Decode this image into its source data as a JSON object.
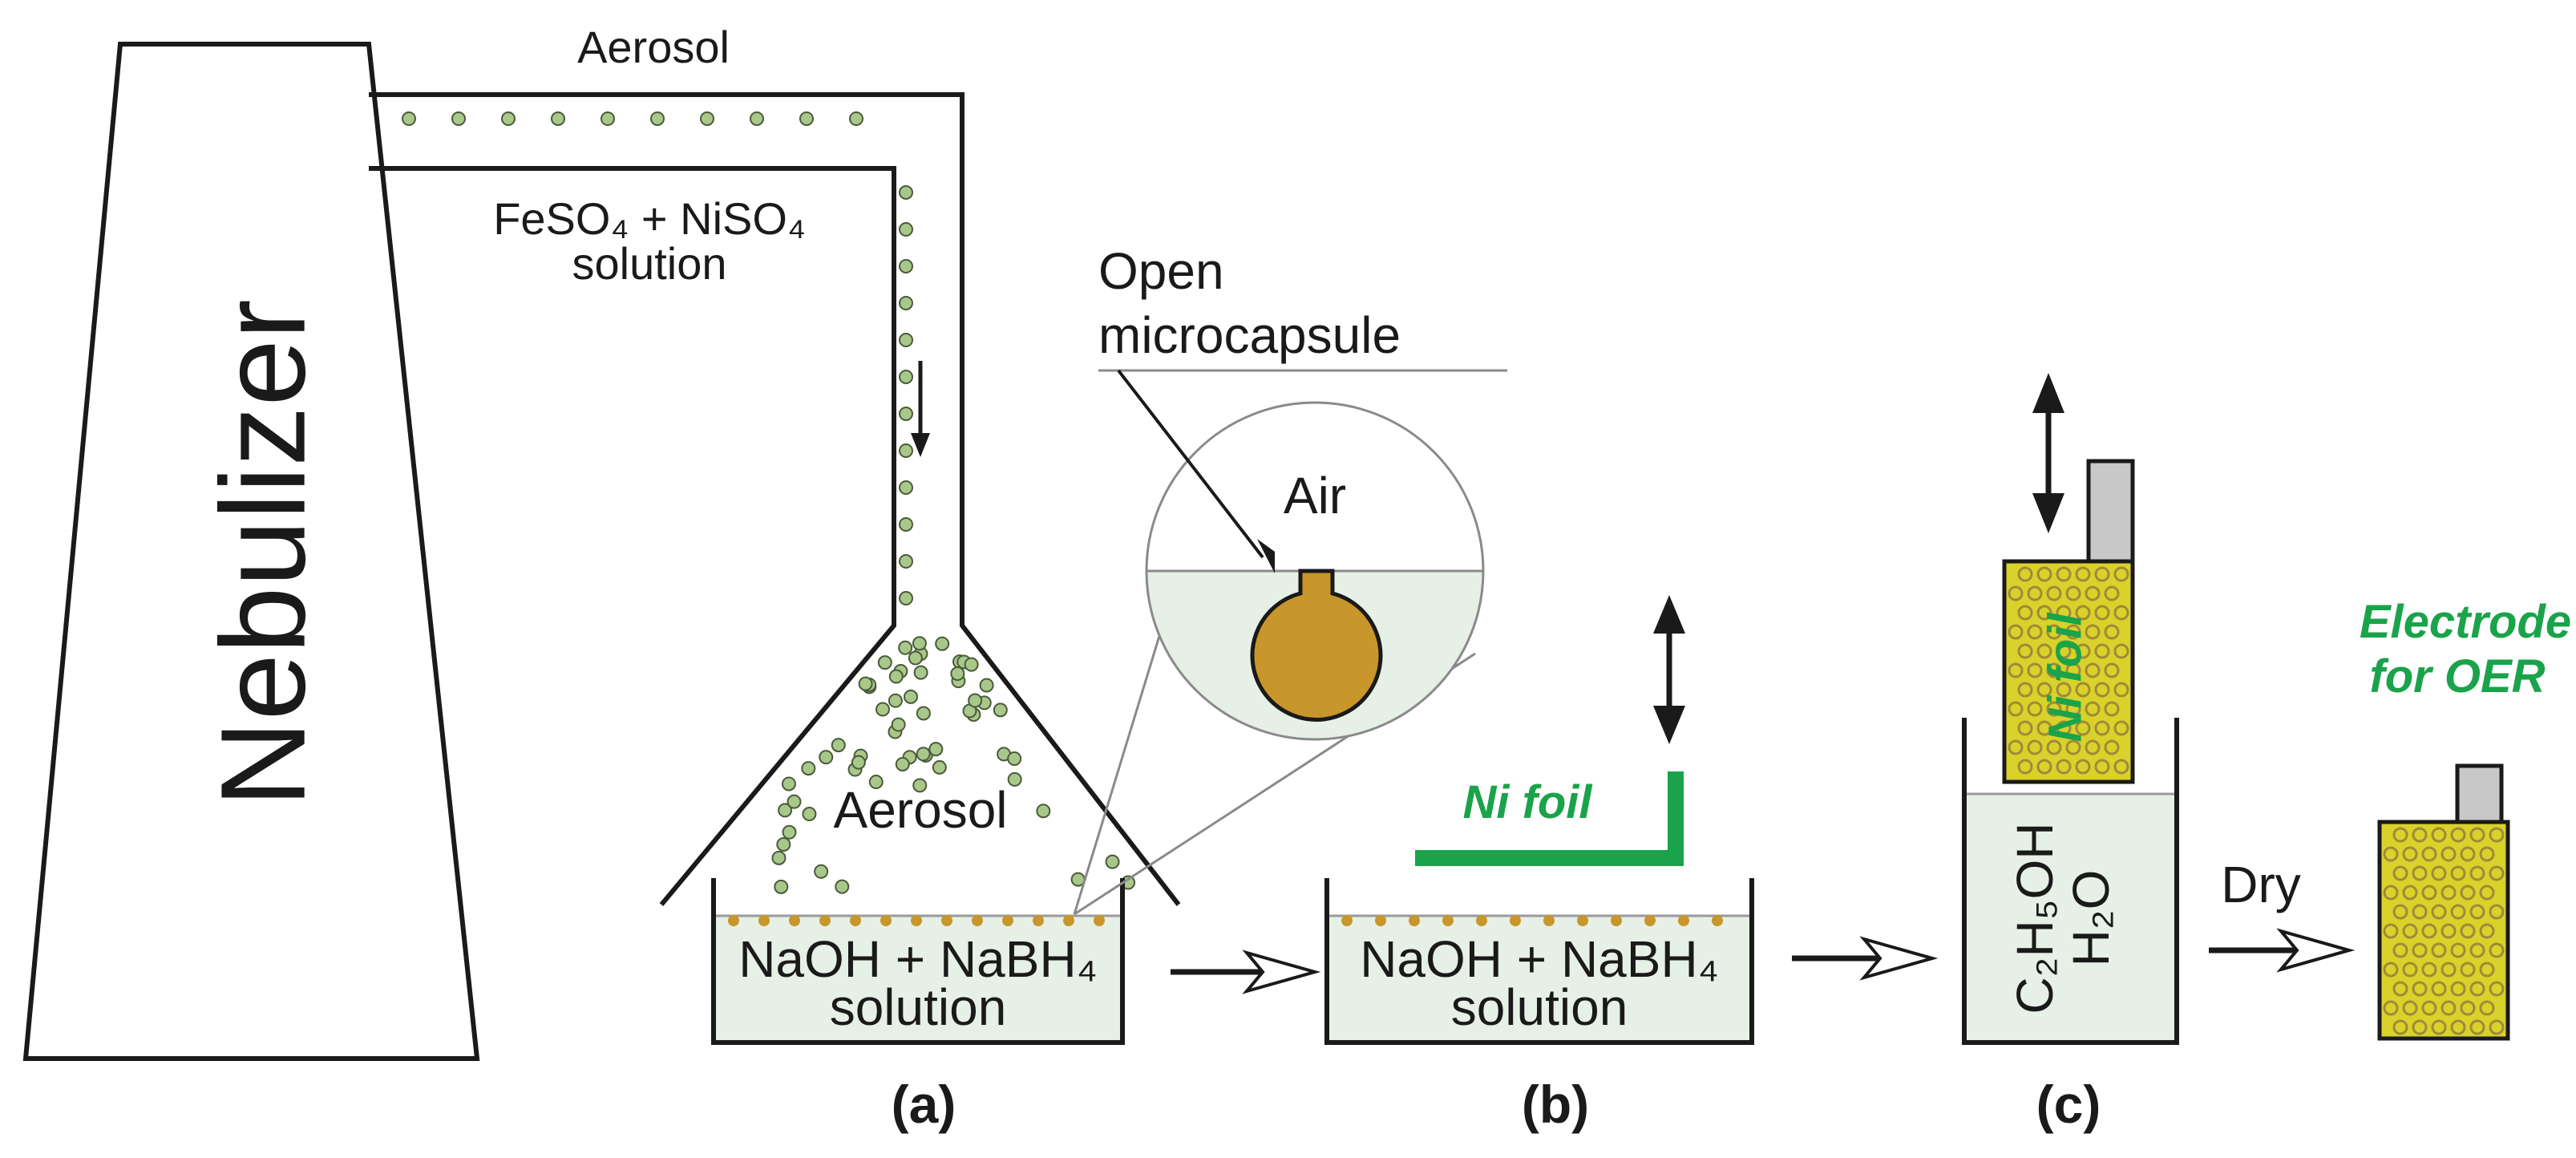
{
  "labels": {
    "aerosol_top": "Aerosol",
    "nebulizer": "Nebulizer",
    "feed_solution_line1": "FeSO₄ + NiSO₄",
    "feed_solution_line2": "solution",
    "open_microcapsule_line1": "Open",
    "open_microcapsule_line2": "microcapsule",
    "air": "Air",
    "aerosol_funnel": "Aerosol",
    "bath_a_line1": "NaOH + NaBH₄",
    "bath_a_line2": "solution",
    "bath_b_line1": "NaOH + NaBH₄",
    "bath_b_line2": "solution",
    "ni_foil_b": "Ni foil",
    "ni_foil_c": "Ni foil",
    "rinse_line1": "C₂H₅OH",
    "rinse_line2": "H₂O",
    "dry": "Dry",
    "electrode_line1": "Electrode",
    "electrode_line2": "for OER",
    "panel_a": "(a)",
    "panel_b": "(b)",
    "panel_c": "(c)"
  },
  "colors": {
    "outline": "#1a1a1a",
    "solution_fill": "#e6f0e6",
    "aerosol_droplet": "#a8c88a",
    "capsule": "#c8962a",
    "foil_fill": "#d8d22a",
    "foil_dot": "#a08a3a",
    "foil_tab": "#c8c8c8",
    "green_text": "#1aa34a",
    "ni_foil_b": "#1aa34a"
  }
}
